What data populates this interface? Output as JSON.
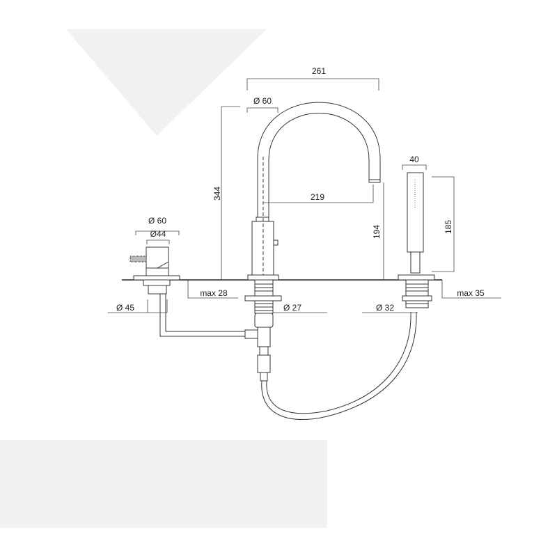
{
  "drawing": {
    "title": "Three-hole deck mounted mixer with hand shower – dimensions",
    "dimensions": {
      "spout_reach_total": "261",
      "spout_diameter": "Ø 60",
      "total_height": "344",
      "spout_reach": "219",
      "spout_outlet_height": "194",
      "handshower_diameter": "40",
      "handshower_height": "185",
      "mixer_escutcheon_diameter": "Ø 60",
      "mixer_body_diameter": "Ø44",
      "mixer_hole_diameter": "Ø 45",
      "max_deck_thickness_left": "max 28",
      "spout_hole_diameter": "Ø 27",
      "handshower_hole_diameter": "Ø 32",
      "max_deck_thickness_right": "max 35"
    },
    "colors": {
      "background_shapes": "#f1f1f1",
      "lines": "#333333"
    }
  }
}
